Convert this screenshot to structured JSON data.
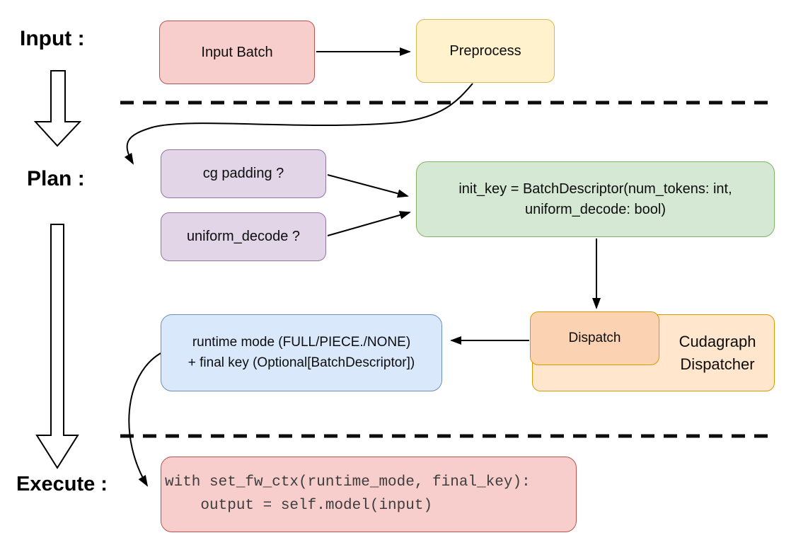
{
  "sections": {
    "input": {
      "label": "Input :"
    },
    "plan": {
      "label": "Plan :"
    },
    "execute": {
      "label": "Execute :"
    }
  },
  "nodes": {
    "input_batch": {
      "label": "Input Batch"
    },
    "preprocess": {
      "label": "Preprocess"
    },
    "cg_padding": {
      "label": "cg padding ?"
    },
    "uniform_decode": {
      "label": "uniform_decode ?"
    },
    "init_key": {
      "lines": [
        "init_key = BatchDescriptor(num_tokens: int,",
        "uniform_decode: bool)"
      ]
    },
    "dispatch": {
      "label": "Dispatch"
    },
    "cudagraph_dispatcher": {
      "lines": [
        "Cudagraph",
        "Dispatcher"
      ]
    },
    "runtime_result": {
      "lines": [
        "runtime mode (FULL/PIECE./NONE)",
        "+ final key (Optional[BatchDescriptor])"
      ]
    },
    "execute_code": {
      "lines": [
        "with set_fw_ctx(runtime_mode, final_key):",
        "    output = self.model(input)"
      ]
    }
  },
  "colors": {
    "red_fill": "#f8cecc",
    "red_stroke": "#b85450",
    "yellow_fill": "#fff2cc",
    "yellow_stroke": "#d6b656",
    "purple_fill": "#e1d5e7",
    "purple_stroke": "#9673a6",
    "green_fill": "#d5e8d4",
    "green_stroke": "#82b366",
    "blue_fill": "#dae8fc",
    "blue_stroke": "#6c8ebf",
    "orange_fill": "#ffe6cc",
    "orange_stroke": "#d79b00",
    "dispatch_fill": "#fbd2b2",
    "connector": "#000000"
  }
}
